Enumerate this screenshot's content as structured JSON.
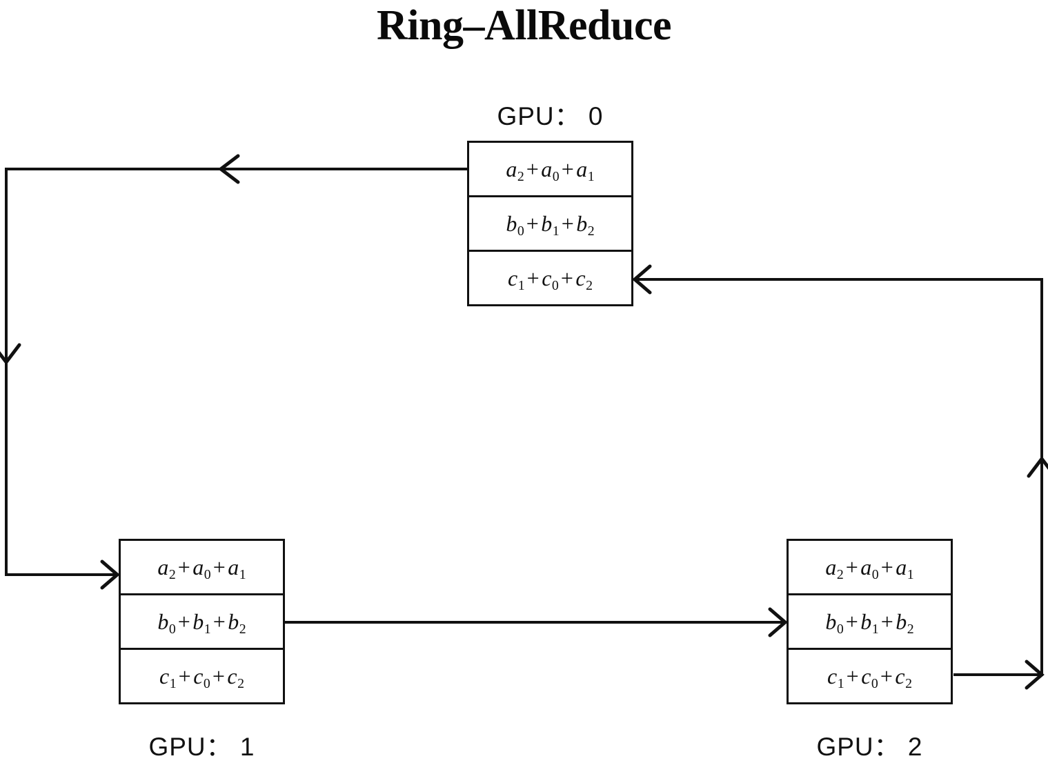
{
  "page": {
    "title": "Ring–AllReduce",
    "background_color": "#ffffff",
    "line_color": "#111111",
    "text_color": "#111111"
  },
  "nodes": [
    {
      "id": "gpu0",
      "label": "GPU： 0",
      "label_position": "above",
      "rows": [
        {
          "id": "a",
          "parts": [
            "a",
            "2",
            "+",
            "a",
            "0",
            "+",
            "a",
            "1"
          ],
          "text": "a₂ + a₀ + a₁"
        },
        {
          "id": "b",
          "parts": [
            "b",
            "0",
            "+",
            "b",
            "1",
            "+",
            "b",
            "2"
          ],
          "text": "b₀ + b₁ + b₂"
        },
        {
          "id": "c",
          "parts": [
            "c",
            "1",
            "+",
            "c",
            "0",
            "+",
            "c",
            "2"
          ],
          "text": "c₁ + c₀ + c₂"
        }
      ]
    },
    {
      "id": "gpu1",
      "label": "GPU： 1",
      "label_position": "below",
      "rows": [
        {
          "id": "a",
          "parts": [
            "a",
            "2",
            "+",
            "a",
            "0",
            "+",
            "a",
            "1"
          ],
          "text": "a₂ + a₀ + a₁"
        },
        {
          "id": "b",
          "parts": [
            "b",
            "0",
            "+",
            "b",
            "1",
            "+",
            "b",
            "2"
          ],
          "text": "b₀ + b₁ + b₂"
        },
        {
          "id": "c",
          "parts": [
            "c",
            "1",
            "+",
            "c",
            "0",
            "+",
            "c",
            "2"
          ],
          "text": "c₁ + c₀ + c₂"
        }
      ]
    },
    {
      "id": "gpu2",
      "label": "GPU： 2",
      "label_position": "below",
      "rows": [
        {
          "id": "a",
          "parts": [
            "a",
            "2",
            "+",
            "a",
            "0",
            "+",
            "a",
            "1"
          ],
          "text": "a₂ + a₀ + a₁"
        },
        {
          "id": "b",
          "parts": [
            "b",
            "0",
            "+",
            "b",
            "1",
            "+",
            "b",
            "2"
          ],
          "text": "b₀ + b₁ + b₂"
        },
        {
          "id": "c",
          "parts": [
            "c",
            "1",
            "+",
            "c",
            "0",
            "+",
            "c",
            "2"
          ],
          "text": "c₁ + c₀ + c₂"
        }
      ]
    }
  ],
  "edges": [
    {
      "id": "gpu0-a-to-gpu1-a",
      "from": "gpu0.a",
      "to": "gpu1.a",
      "direction": "left-down-right",
      "arrowheads": 3
    },
    {
      "id": "gpu1-b-to-gpu2-b",
      "from": "gpu1.b",
      "to": "gpu2.b",
      "direction": "right",
      "arrowheads": 1
    },
    {
      "id": "gpu2-c-to-gpu0-c",
      "from": "gpu2.c",
      "to": "gpu0.c",
      "direction": "right-up-left",
      "arrowheads": 3
    }
  ]
}
